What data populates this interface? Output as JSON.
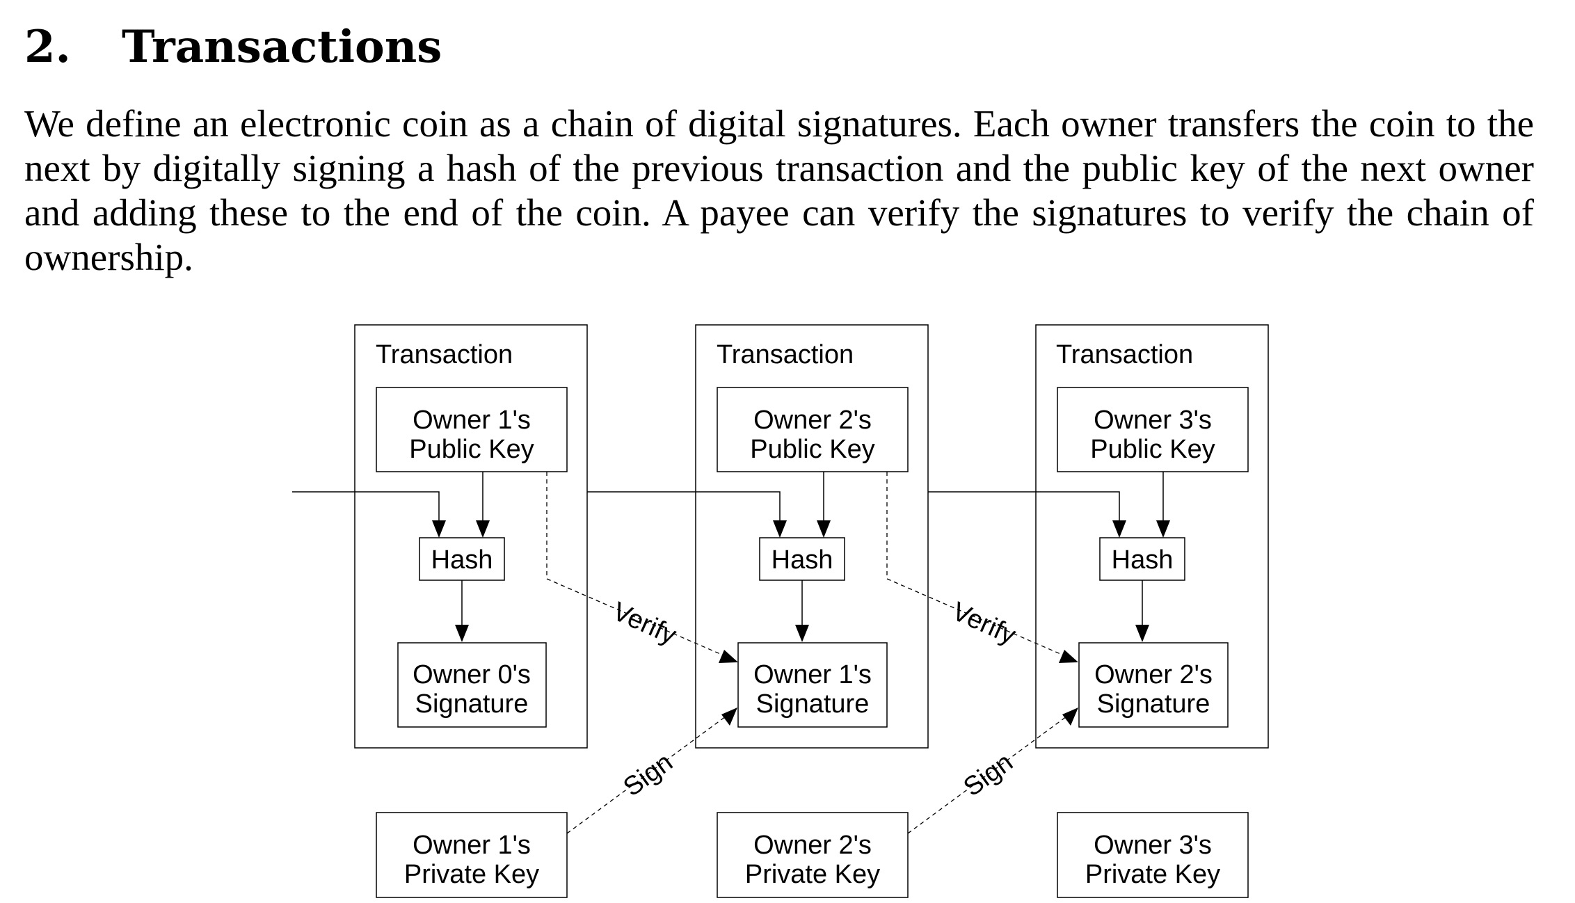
{
  "section": {
    "number": "2.",
    "title": "Transactions"
  },
  "paragraph": "We define an electronic coin as a chain of digital signatures.  Each owner transfers the coin to the next by digitally signing a hash of the previous transaction and the public key of the next owner and adding these to the end of the coin.  A payee can verify the signatures to verify the chain of ownership.",
  "diagram": {
    "transactions": [
      {
        "label": "Transaction",
        "public_key": [
          "Owner 1's",
          "Public Key"
        ],
        "hash": "Hash",
        "signature": [
          "Owner 0's",
          "Signature"
        ],
        "private_key": [
          "Owner 1's",
          "Private Key"
        ]
      },
      {
        "label": "Transaction",
        "public_key": [
          "Owner 2's",
          "Public Key"
        ],
        "hash": "Hash",
        "signature": [
          "Owner 1's",
          "Signature"
        ],
        "private_key": [
          "Owner 2's",
          "Private Key"
        ]
      },
      {
        "label": "Transaction",
        "public_key": [
          "Owner 3's",
          "Public Key"
        ],
        "hash": "Hash",
        "signature": [
          "Owner 2's",
          "Signature"
        ],
        "private_key": [
          "Owner 3's",
          "Private Key"
        ]
      }
    ],
    "verify_label": "Verify",
    "sign_label": "Sign"
  }
}
